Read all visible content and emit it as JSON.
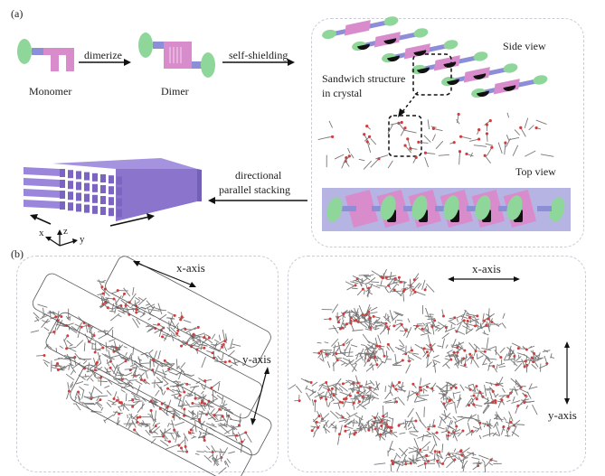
{
  "panel_a": {
    "label": "(a)",
    "monomer_label": "Monomer",
    "dimerize_label": "dimerize",
    "dimer_label": "Dimer",
    "self_shielding_label": "self-shielding",
    "side_view_label": "Side view",
    "sandwich_label_line1": "Sandwich structure",
    "sandwich_label_line2": "in crystal",
    "top_view_label": "Top view",
    "stacking_label_line1": "directional",
    "stacking_label_line2": "parallel stacking",
    "axis_x": "x",
    "axis_y": "y",
    "axis_z": "z"
  },
  "panel_b": {
    "label": "(b)",
    "left": {
      "x_axis_label": "x-axis",
      "y_axis_label": "y-axis"
    },
    "right": {
      "x_axis_label": "x-axis",
      "y_axis_label": "y-axis"
    }
  },
  "colors": {
    "green": "#8fd69a",
    "blue": "#8c8fd8",
    "pink": "#d98ccb",
    "violet": "#9b84d6",
    "topview_bg": "#b6b4e2",
    "oxygen": "#d13c3c"
  }
}
